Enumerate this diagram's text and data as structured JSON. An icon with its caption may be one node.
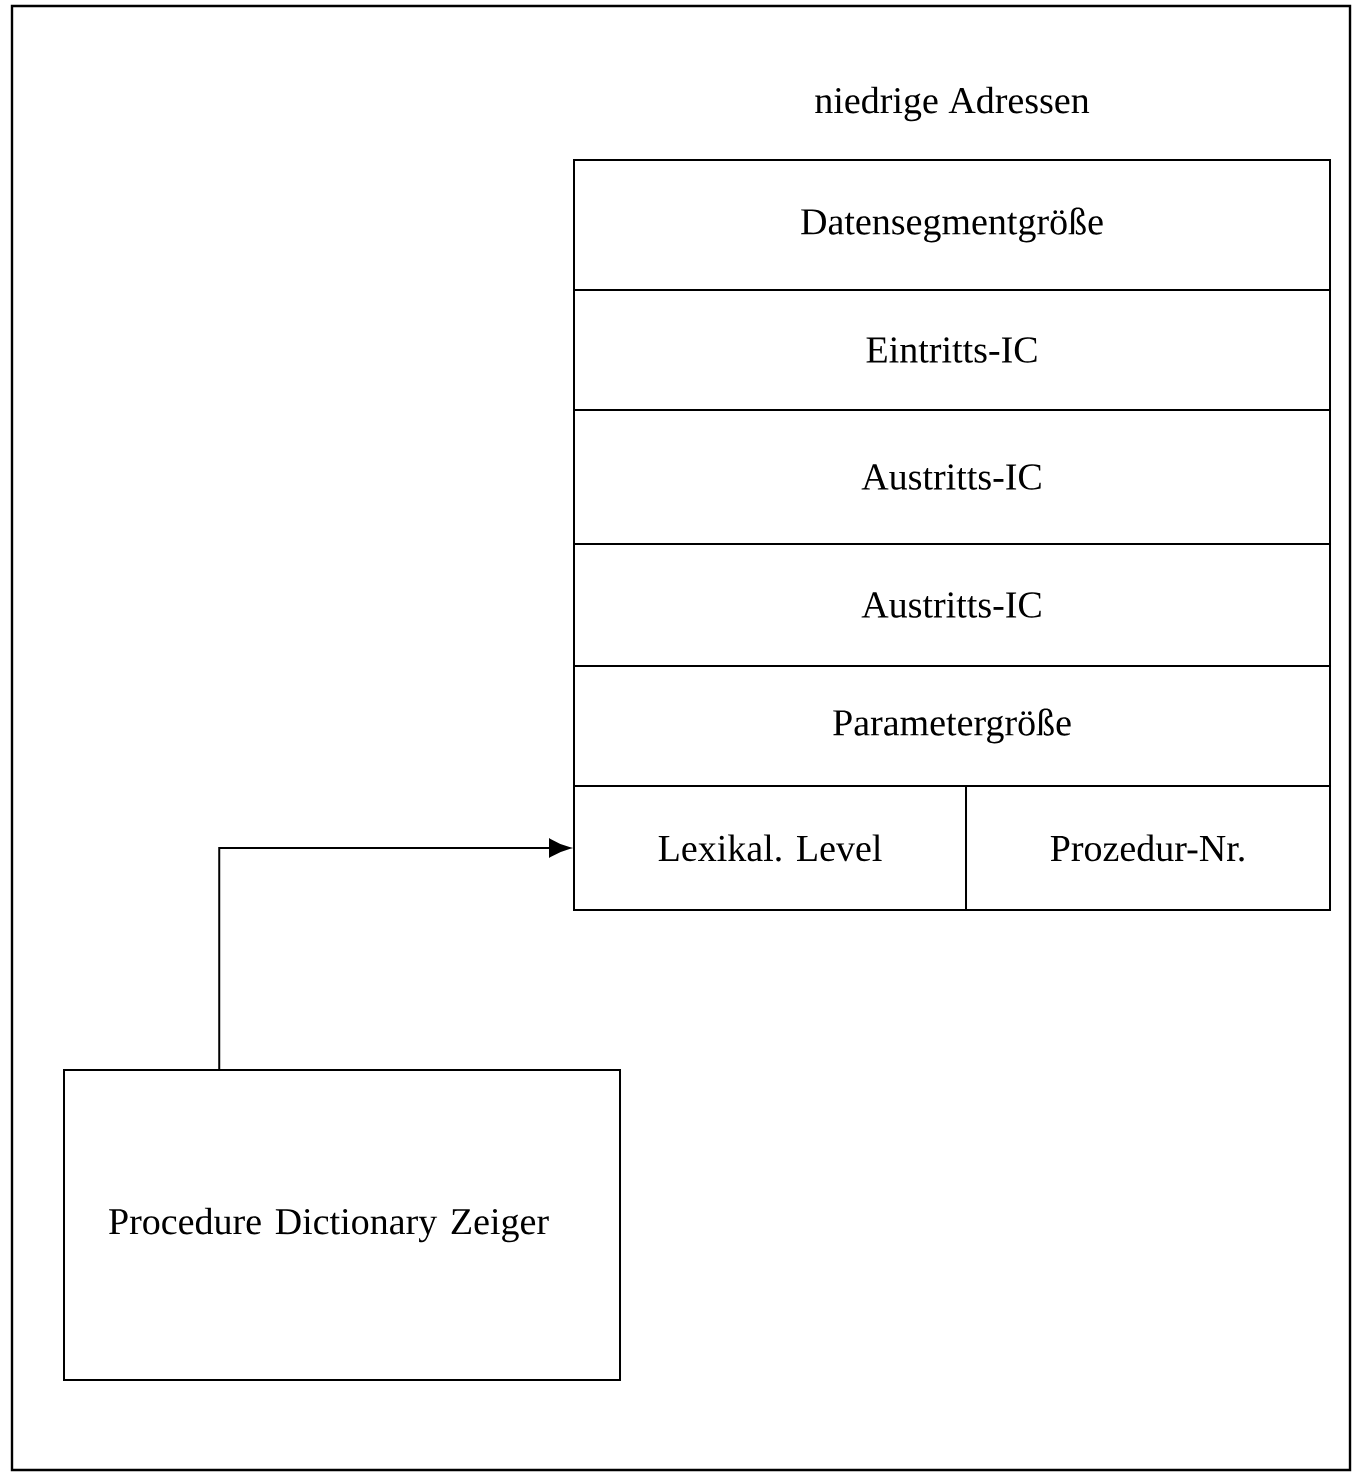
{
  "diagram": {
    "nodes": [
      {
        "text": [
          "Datensegmentgröße"
        ]
      },
      {
        "text": [
          "Eintritts-IC"
        ]
      },
      {
        "text": [
          "Austritts-IC"
        ]
      },
      {
        "text": [
          "Austritts-IC"
        ]
      },
      {
        "text": [
          "Parametergröße"
        ]
      },
      {
        "text": [
          "Lexikal. Level"
        ]
      },
      {
        "text": [
          "Prozedur-Nr."
        ]
      },
      {
        "text": [
          "Procedure Dictionary Zeiger"
        ]
      }
    ],
    "edges": [
      {
        "from": 7,
        "to": 5,
        "arrow": "to"
      }
    ],
    "labels": [
      "niedrige Adressen"
    ]
  }
}
